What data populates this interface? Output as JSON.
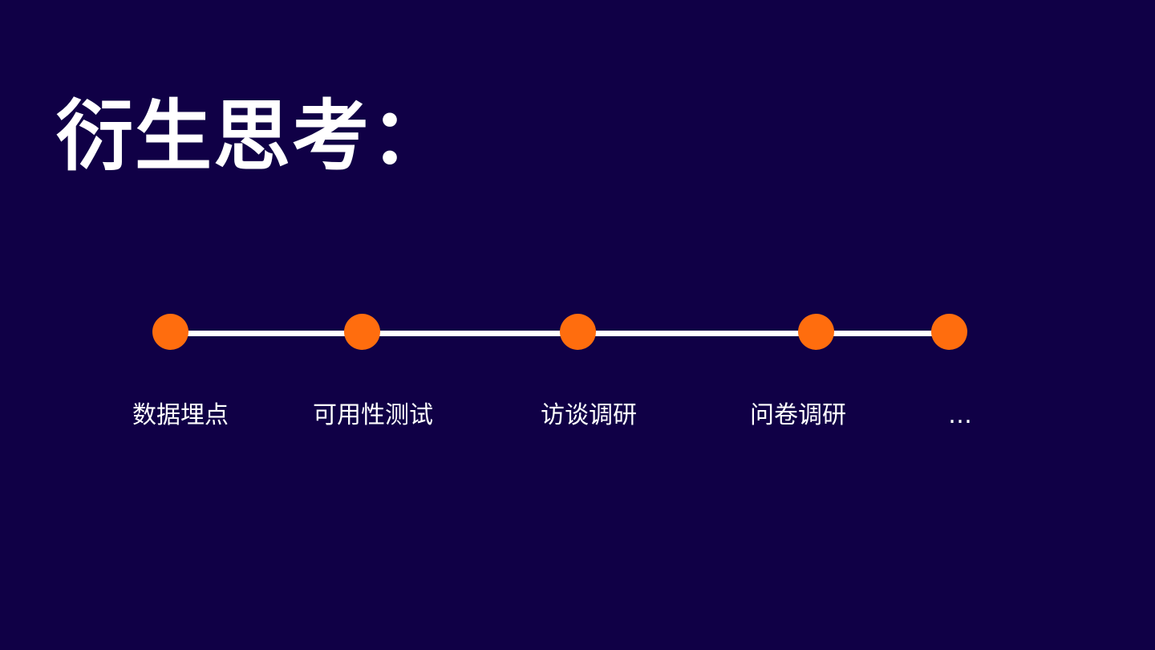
{
  "slide": {
    "title": "衍生思考：",
    "colors": {
      "background": "#100046",
      "text": "#ffffff",
      "node": "#ff6d0e",
      "line": "#ffffff"
    },
    "timeline": {
      "items": [
        {
          "label": "数据埋点"
        },
        {
          "label": "可用性测试"
        },
        {
          "label": "访谈调研"
        },
        {
          "label": "问卷调研"
        },
        {
          "label": "…"
        }
      ]
    }
  }
}
